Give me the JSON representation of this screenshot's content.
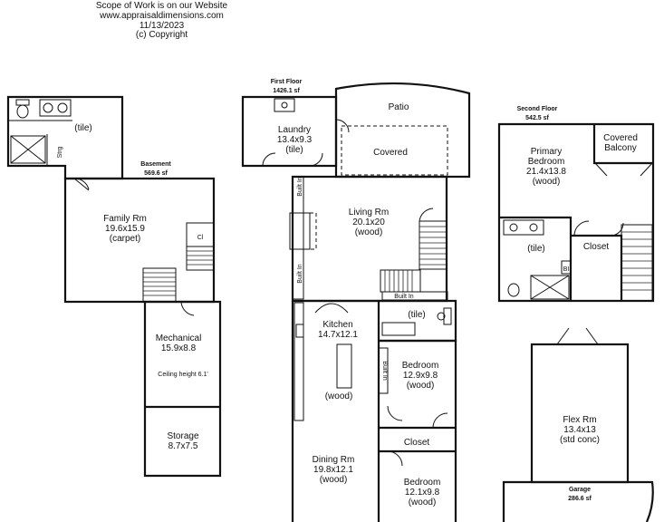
{
  "header": {
    "line1": "Scope of Work is on our Website",
    "line2": "www.appraisaldimensions.com",
    "line3": "11/13/2023",
    "line4": "(c) Copyright"
  },
  "floors": {
    "basement": {
      "title": "Basement",
      "area": "569.6 sf"
    },
    "first": {
      "title": "First Floor",
      "area": "1426.1 sf"
    },
    "second": {
      "title": "Second Floor",
      "area": "542.5 sf"
    },
    "garage": {
      "title": "Garage",
      "area": "286.6 sf"
    }
  },
  "rooms": {
    "basement_tile": "(tile)",
    "strg": "Strg",
    "family_name": "Family Rm",
    "family_dim": "19.6x15.9",
    "family_floor": "(carpet)",
    "cl": "Cl",
    "mech_name": "Mechanical",
    "mech_dim": "15.9x8.8",
    "mech_note": "Ceiling height 6.1'",
    "storage_name": "Storage",
    "storage_dim": "8.7x7.5",
    "laundry_name": "Laundry",
    "laundry_dim": "13.4x9.3",
    "laundry_floor": "(tile)",
    "patio": "Patio",
    "covered": "Covered",
    "living_name": "Living Rm",
    "living_dim": "20.1x20",
    "living_floor": "(wood)",
    "built_in": "Built In",
    "kitchen_name": "Kitchen",
    "kitchen_dim": "14.7x12.1",
    "kitchen_floor": "(wood)",
    "bath_tile": "(tile)",
    "bed1_name": "Bedroom",
    "bed1_dim": "12.9x9.8",
    "bed1_floor": "(wood)",
    "closet": "Closet",
    "dining_name": "Dining Rm",
    "dining_dim": "19.8x12.1",
    "dining_floor": "(wood)",
    "bed2_name": "Bedroom",
    "bed2_dim": "12.1x9.8",
    "bed2_floor": "(wood)",
    "primary_name": "Primary",
    "primary_name2": "Bedroom",
    "primary_dim": "21.4x13.8",
    "primary_floor": "(wood)",
    "balcony1": "Covered",
    "balcony2": "Balcony",
    "second_tile": "(tile)",
    "second_closet": "Closet",
    "bi": "BI",
    "flex_name": "Flex Rm",
    "flex_dim": "13.4x13",
    "flex_floor": "(std conc)"
  }
}
